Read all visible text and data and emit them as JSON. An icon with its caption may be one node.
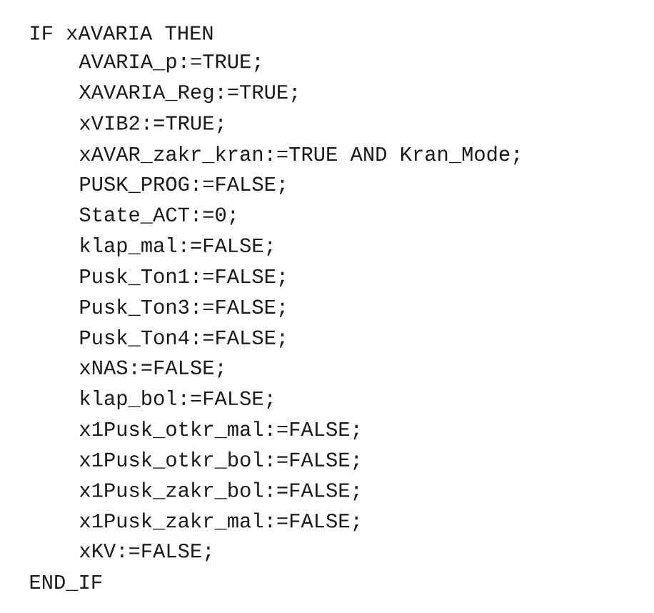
{
  "diagram": {
    "labels": [
      "IF xAVARIA THEN",
      "AVARIA_p:=TRUE;",
      "XAVARIA_Reg:=TRUE;",
      "xVIB2:=TRUE;",
      "xAVAR_zakr_kran:=TRUE AND Kran_Mode;",
      "PUSK_PROG:=FALSE;",
      "State_ACT:=0;",
      "klap_mal:=FALSE;",
      "Pusk_Ton1:=FALSE;",
      "Pusk_Ton3:=FALSE;",
      "Pusk_Ton4:=FALSE;",
      "xNAS:=FALSE;",
      "klap_bol:=FALSE;",
      "x1Pusk_otkr_mal:=FALSE;",
      "x1Pusk_otkr_bol:=FALSE;",
      "x1Pusk_zakr_bol:=FALSE;",
      "x1Pusk_zakr_mal:=FALSE;",
      "xKV:=FALSE;",
      "END_IF"
    ]
  }
}
